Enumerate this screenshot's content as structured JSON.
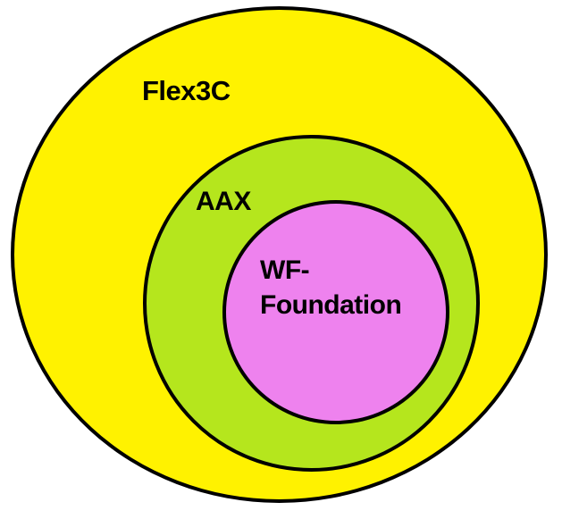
{
  "diagram": {
    "type": "nested-euler-sets",
    "background": "#FFFFFF",
    "outline_color": "#000000",
    "nesting_order": [
      "Flex3C",
      "AAX",
      "WF-Foundation"
    ],
    "outer": {
      "label": "Flex3C",
      "fill": "#FFF200"
    },
    "middle": {
      "label": "AAX",
      "fill": "#B5E61D"
    },
    "inner": {
      "label": "WF-Foundation",
      "line1": "WF-",
      "line2": "Foundation",
      "fill": "#EE82EE"
    }
  }
}
